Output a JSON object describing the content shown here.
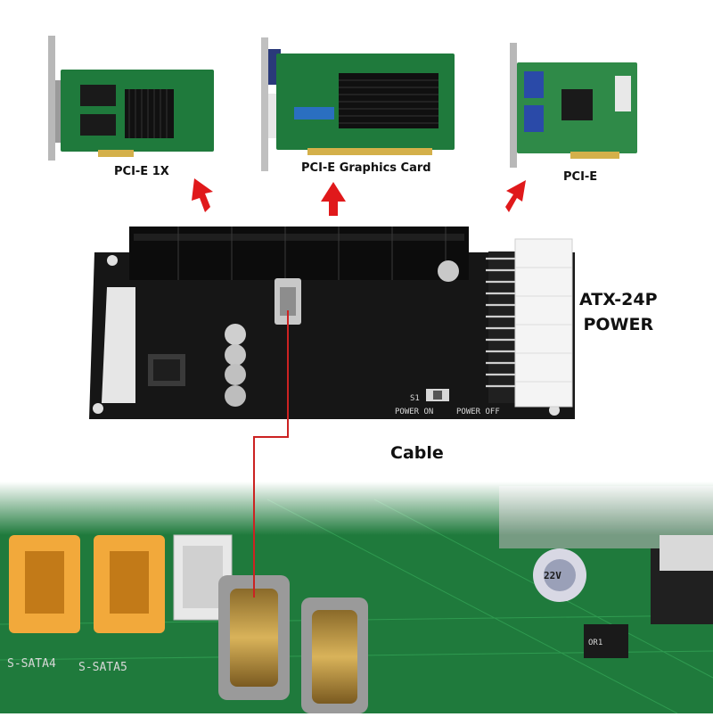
{
  "labels": {
    "pcie_1x": "PCI-E 1X",
    "pcie_graphics": "PCI-E Graphics Card",
    "pcie": "PCI-E",
    "atx_line1": "ATX-24P",
    "atx_line2": "POWER",
    "cable": "Cable"
  },
  "silkscreen": {
    "power_on": "POWER ON",
    "power_off": "POWER OFF",
    "switch": "S1",
    "sata4": "S-SATA4",
    "sata5": "S-SATA5",
    "cap": "22V",
    "chip": "OR1"
  },
  "colors": {
    "arrow": "#e0191b",
    "pcb_green": "#1f7a3c",
    "board_black": "#161616",
    "sata_orange": "#f2a93b",
    "cable_line": "#cc2222"
  }
}
